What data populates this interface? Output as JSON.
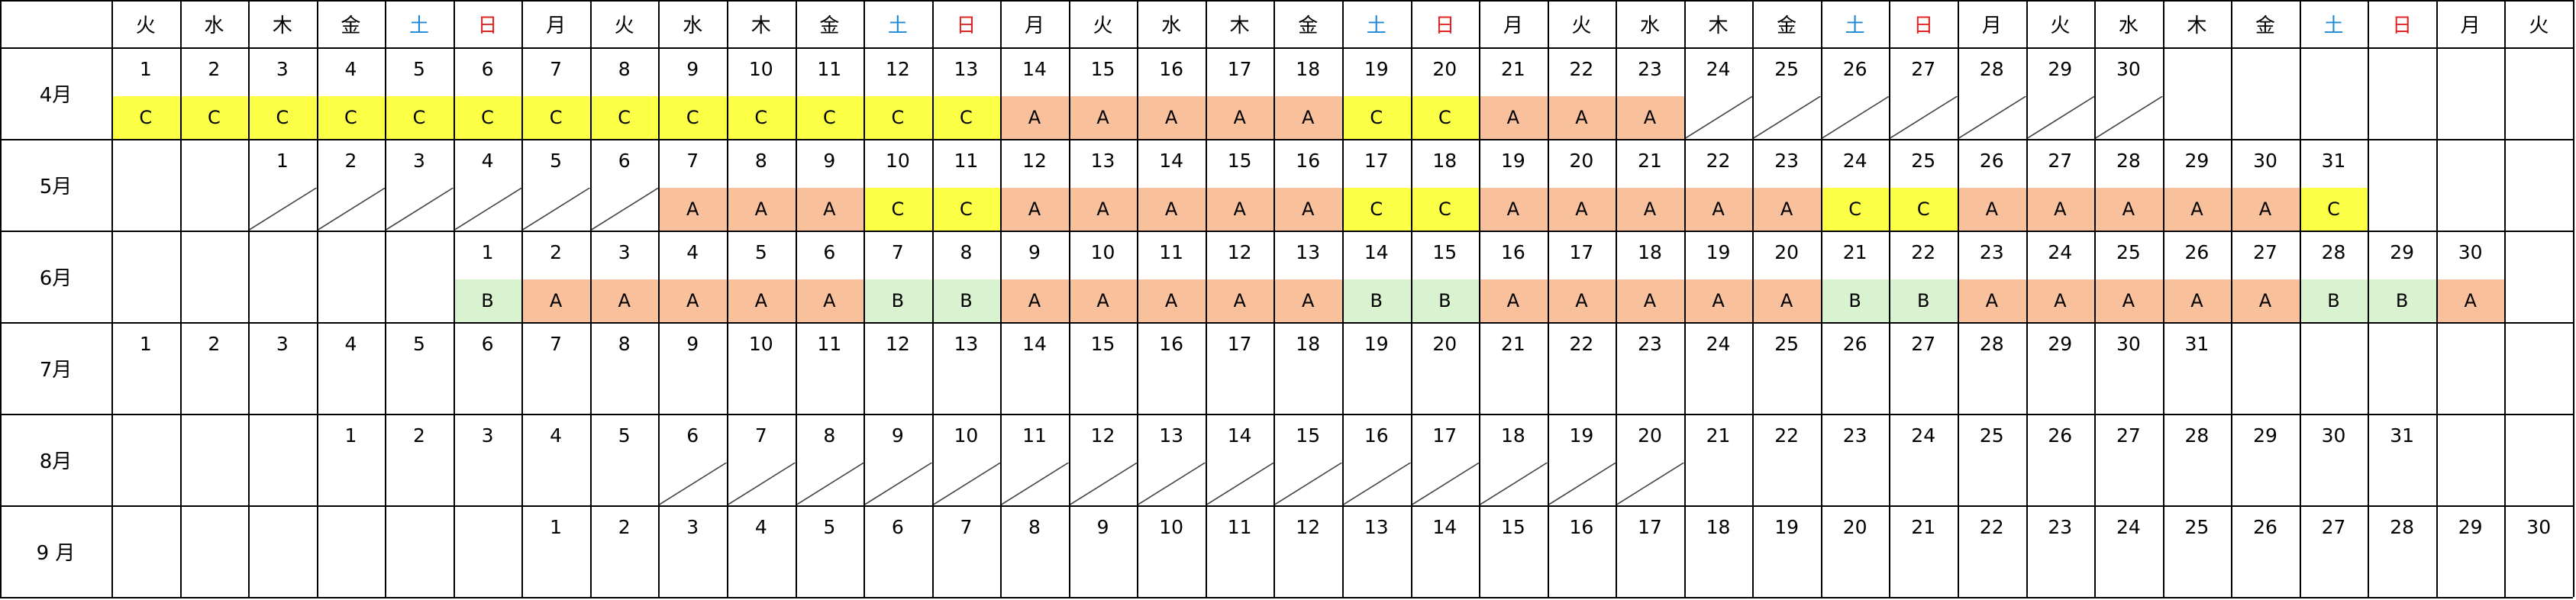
{
  "colors": {
    "sat": "#1e88d6",
    "sun": "#e02424",
    "C": "#fbff46",
    "A": "#f9c09c",
    "B": "#d9f2d0"
  },
  "weekdays": [
    "火",
    "水",
    "木",
    "金",
    "土",
    "日",
    "月",
    "火",
    "水",
    "木",
    "金",
    "土",
    "日",
    "月",
    "火",
    "水",
    "木",
    "金",
    "土",
    "日",
    "月",
    "火",
    "水",
    "木",
    "金",
    "土",
    "日",
    "月",
    "火",
    "水",
    "木",
    "金",
    "土",
    "日",
    "月",
    "火"
  ],
  "months": [
    {
      "label": "4月",
      "start": 0,
      "days": 30,
      "codes": "CCCCCCCCCCCCCAAAAACCAAA",
      "slash": [
        23,
        24,
        25,
        26,
        27,
        28,
        29
      ]
    },
    {
      "label": "5月",
      "start": 2,
      "days": 31,
      "codes": "AAACCAAAAACCAAAAACCAAAAAC",
      "codes_start": 8,
      "slash": [
        2,
        3,
        4,
        5,
        6,
        7
      ]
    },
    {
      "label": "6月",
      "start": 5,
      "days": 30,
      "codes": "BAAAAABBAAAAABBAAAAABBAAAAABBA",
      "slash": []
    },
    {
      "label": "7月",
      "start": 0,
      "days": 31,
      "codes": "",
      "slash": []
    },
    {
      "label": "8月",
      "start": 3,
      "days": 31,
      "codes": "",
      "slash": [
        8,
        9,
        10,
        11,
        12,
        13,
        14,
        15,
        16,
        17,
        18,
        19,
        20,
        21,
        22
      ]
    },
    {
      "label": "9 月",
      "start": 6,
      "days": 30,
      "codes": "",
      "slash": []
    }
  ]
}
